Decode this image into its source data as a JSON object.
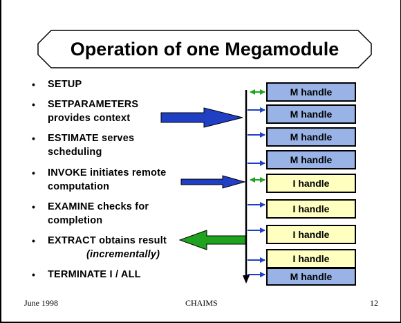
{
  "title": "Operation of one Megamodule",
  "bullets": [
    {
      "text": "SETUP",
      "italic": ""
    },
    {
      "text": "SETPARAMETERS provides context",
      "italic": ""
    },
    {
      "text": "ESTIMATE serves scheduling",
      "italic": ""
    },
    {
      "text": "INVOKE initiates remote computation",
      "italic": ""
    },
    {
      "text": "EXAMINE checks for completion",
      "italic": ""
    },
    {
      "text": "EXTRACT obtains result",
      "italic": "(incrementally)"
    },
    {
      "text": "TERMINATE I / ALL",
      "italic": ""
    }
  ],
  "handles": [
    {
      "label": "M handle",
      "kind": "M"
    },
    {
      "label": "M handle",
      "kind": "M"
    },
    {
      "label": "M handle",
      "kind": "M"
    },
    {
      "label": "M handle",
      "kind": "M"
    },
    {
      "label": "I handle",
      "kind": "I"
    },
    {
      "label": "I handle",
      "kind": "I"
    },
    {
      "label": "I handle",
      "kind": "I"
    },
    {
      "label": "I handle",
      "kind": "I"
    },
    {
      "label": "M handle",
      "kind": "M"
    }
  ],
  "footer": {
    "date": "June 1998",
    "center": "CHAIMS",
    "page": "12"
  },
  "colors": {
    "m_handle": "#99b3e6",
    "i_handle": "#ffffc0",
    "blue_arrow": "#1f3fc4",
    "green_arrow": "#1fa31f"
  }
}
